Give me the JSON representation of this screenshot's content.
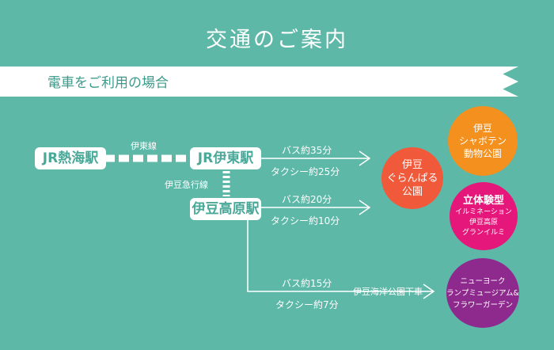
{
  "title": "交通のご案内",
  "section_label": "電車をご利用の場合",
  "stations": {
    "atami": "JR熱海駅",
    "ito": "JR伊東駅",
    "izukogen": "伊豆高原駅"
  },
  "lines": {
    "ito_line": "伊東線",
    "izukyu_line": "伊豆急行線"
  },
  "routes": {
    "ito_bus": "バス約35分",
    "ito_taxi": "タクシー約25分",
    "kogen_bus": "バス約20分",
    "kogen_taxi": "タクシー約10分",
    "lower_bus": "バス約15分",
    "lower_taxi": "タクシー約7分",
    "bus_stop": "伊豆海洋公園下車"
  },
  "destinations": {
    "granpal": [
      "伊豆",
      "ぐらんぱる",
      "公園"
    ],
    "saboten": [
      "伊豆",
      "シャボテン",
      "動物公園"
    ],
    "illumi_title": "立体験型",
    "illumi_lines": [
      "イルミネーション",
      "伊豆高原",
      "グランイルミ"
    ],
    "newyork": [
      "ニューヨーク",
      "ランプミュージアム&",
      "フラワーガーデン"
    ]
  },
  "colors": {
    "background": "#5db8a8",
    "granpal": "#f05a3a",
    "saboten": "#f3901e",
    "illumi": "#e6177a",
    "newyork": "#8e2a8e"
  }
}
